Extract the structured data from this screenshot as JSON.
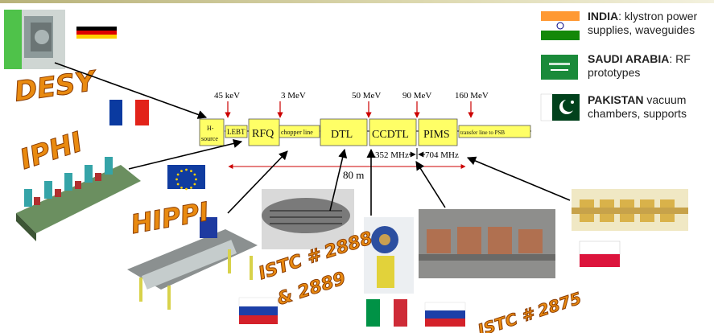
{
  "legend": [
    {
      "country": "INDIA",
      "text": ": klystron power supplies, waveguides"
    },
    {
      "country": "SAUDI ARABIA",
      "text": ": RF prototypes"
    },
    {
      "country": "PAKISTAN",
      "text": " vacuum chambers, supports"
    }
  ],
  "energies": [
    "45 keV",
    "3 MeV",
    "50 MeV",
    "90 MeV",
    "160 MeV"
  ],
  "boxes": {
    "hsource": [
      "H-",
      "source"
    ],
    "lebt": "LEBT",
    "rfq": "RFQ",
    "chopper": "chopper line",
    "dtl": "DTL",
    "ccdtl": "CCDTL",
    "pims": "PIMS",
    "transfer": "transfer line to PSB"
  },
  "freq_352": "352 MHz",
  "freq_704": "704 MHz",
  "length": "80 m",
  "labels": {
    "desy": "DESY",
    "iphi": "IPHI",
    "hippi": "HIPPI",
    "istc1a": "ISTC # 2888",
    "istc1b": "& 2889",
    "istc2": "ISTC # 2875"
  },
  "colors": {
    "box": "#ffff66",
    "dim_line": "#cc0000",
    "wordart": "#e98a10"
  }
}
